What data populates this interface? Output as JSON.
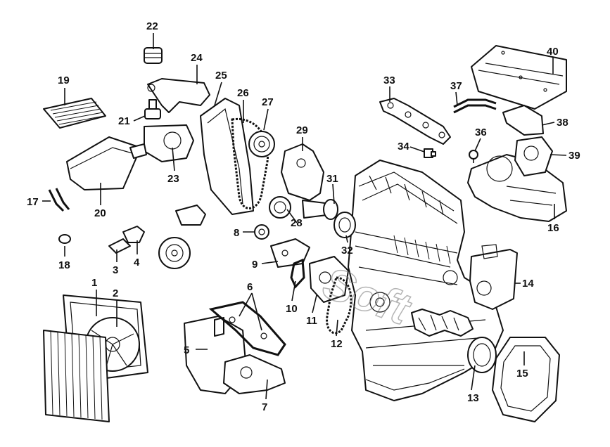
{
  "diagram": {
    "watermark": "Soft",
    "callouts": [
      "1",
      "2",
      "3",
      "4",
      "5",
      "6",
      "7",
      "8",
      "9",
      "10",
      "11",
      "12",
      "13",
      "14",
      "15",
      "16",
      "17",
      "18",
      "19",
      "20",
      "21",
      "22",
      "23",
      "24",
      "25",
      "26",
      "27",
      "28",
      "29",
      "31",
      "32",
      "33",
      "34",
      "36",
      "37",
      "38",
      "39",
      "40"
    ]
  }
}
